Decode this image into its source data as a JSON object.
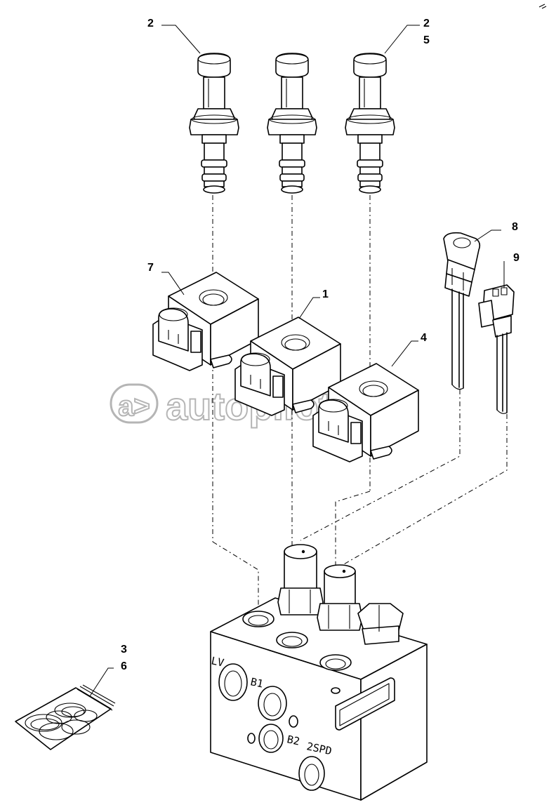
{
  "callouts": {
    "c2a": "2",
    "c2b": "2",
    "c5": "5",
    "c8": "8",
    "c9": "9",
    "c7": "7",
    "c1": "1",
    "c4": "4",
    "c3": "3",
    "c6": "6"
  },
  "block_markings": {
    "lv": "LV",
    "b1": "B1",
    "b2": "B2",
    "spd": "2SPD"
  },
  "watermark": {
    "logo": "a>",
    "text": "autopilot.ru"
  }
}
